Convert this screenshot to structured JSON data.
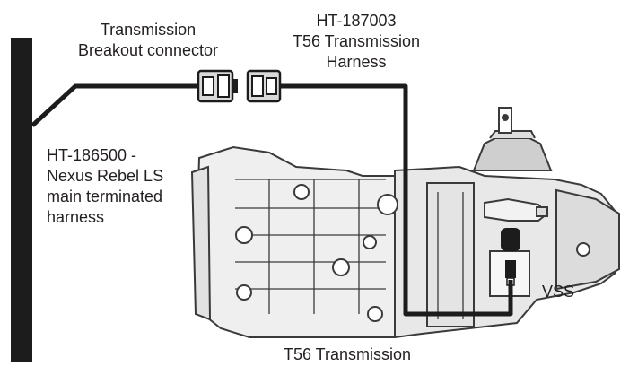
{
  "labels": {
    "breakout_connector": [
      "Transmission",
      "Breakout connector"
    ],
    "transmission_harness": [
      "HT-187003",
      "T56 Transmission",
      "Harness"
    ],
    "main_harness": [
      "HT-186500 -",
      "Nexus Rebel LS",
      "main terminated",
      "harness"
    ],
    "vss": "VSS",
    "transmission": "T56 Transmission"
  },
  "colors": {
    "wire": "#1c1c1c",
    "outline": "#3a3a3a",
    "fill_light": "#efefef",
    "fill_mid": "#dcdcdc",
    "text": "#231f20"
  }
}
